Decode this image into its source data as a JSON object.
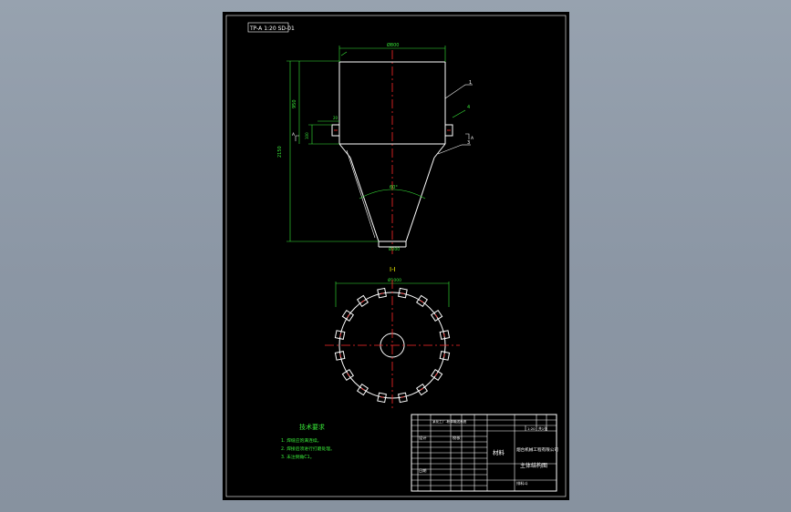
{
  "drawing": {
    "corner_tag": "TP-A 1:20 SD-01",
    "section_label": "I-I",
    "dims": {
      "top_width": "Ø800",
      "bottom_width": "Ø200",
      "overall_height": "2150",
      "cylinder_height": "950",
      "flange_height": "100",
      "angle": "60°",
      "ring_diameter": "Ø1000",
      "flange_small": "20"
    },
    "part_callouts": [
      "1",
      "4",
      "3"
    ],
    "section_marks": [
      "A",
      "A"
    ],
    "notes": {
      "title": "技术要求",
      "items": [
        "1. 焊缝应饱满连续。",
        "2. 焊接后须进行打磨处理。",
        "3. 未注倒角C1。"
      ]
    }
  },
  "title_block": {
    "part_name": "排料斗",
    "material_label": "材料",
    "company": "烟台机械工程有限公司",
    "drawing_no": "主体结构图",
    "project": "某化工厂-粉体输送系统",
    "scale": "1:20",
    "sheet": "共1张",
    "designer_label": "设计",
    "checker_label": "校核",
    "date_label": "日期"
  },
  "colors": {
    "background": "#8d98a6",
    "sheet": "#000000",
    "line": "#ffffff",
    "centerline": "#ff2a2a",
    "dimension": "#38e838",
    "label": "#f0f000"
  }
}
